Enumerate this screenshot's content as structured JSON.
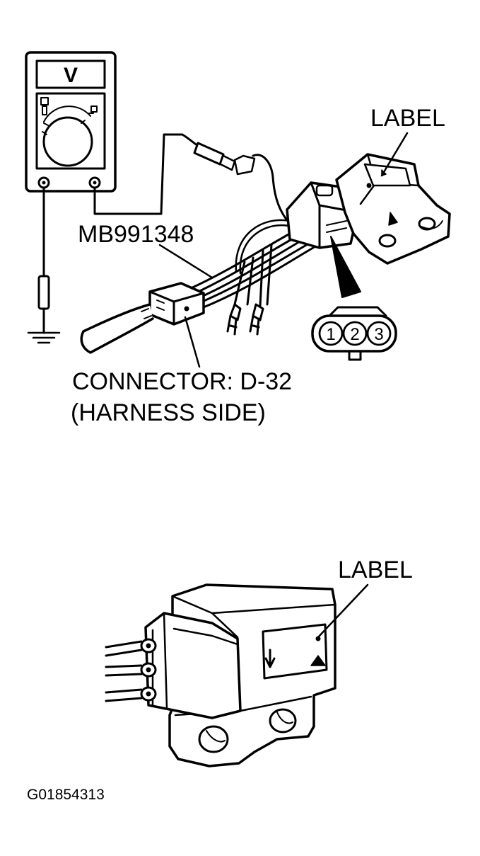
{
  "meter": {
    "display": "V"
  },
  "labels": {
    "label_top": "LABEL",
    "tool": "MB991348",
    "connector_line1": "CONNECTOR: D-32",
    "connector_line2": "(HARNESS SIDE)",
    "label_bottom": "LABEL",
    "figure_id": "G01854313"
  },
  "pins": [
    "1",
    "2",
    "3"
  ]
}
